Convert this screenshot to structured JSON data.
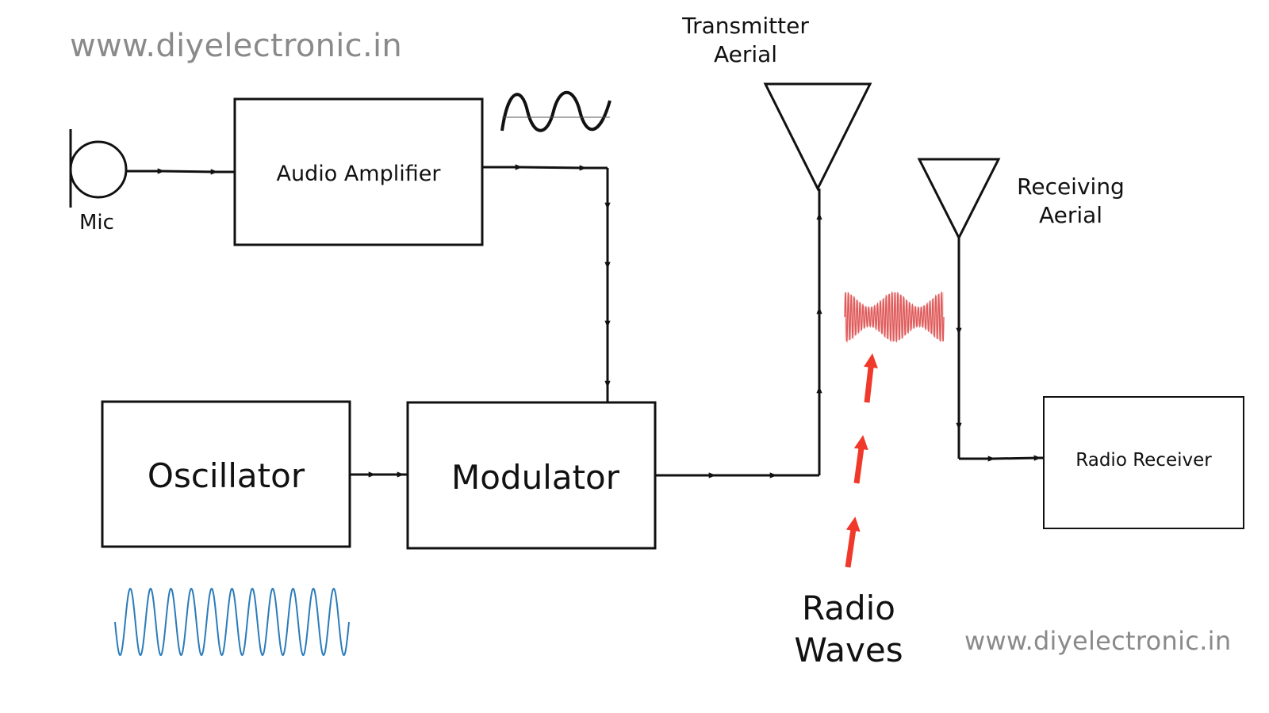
{
  "watermark_top": "www.diyelectronic.in",
  "watermark_bottom": "www.diyelectronic.in",
  "labels": {
    "mic": "Mic",
    "audio_amplifier": "Audio Amplifier",
    "oscillator": "Oscillator",
    "modulator": "Modulator",
    "transmitter_aerial": "Transmitter\nAerial",
    "receiving_aerial": "Receiving\nAerial",
    "radio_receiver": "Radio Receiver",
    "radio_waves": "Radio\nWaves"
  },
  "colors": {
    "line": "#111111",
    "watermark": "#8a8a8a",
    "carrier_wave": "#2b7bb9",
    "modulated_wave": "#e05a5a",
    "radio_wave_arrows": "#f0392b"
  },
  "icons": {
    "mic": "microphone-icon",
    "transmit_antenna": "antenna-icon",
    "receive_antenna": "antenna-icon"
  }
}
